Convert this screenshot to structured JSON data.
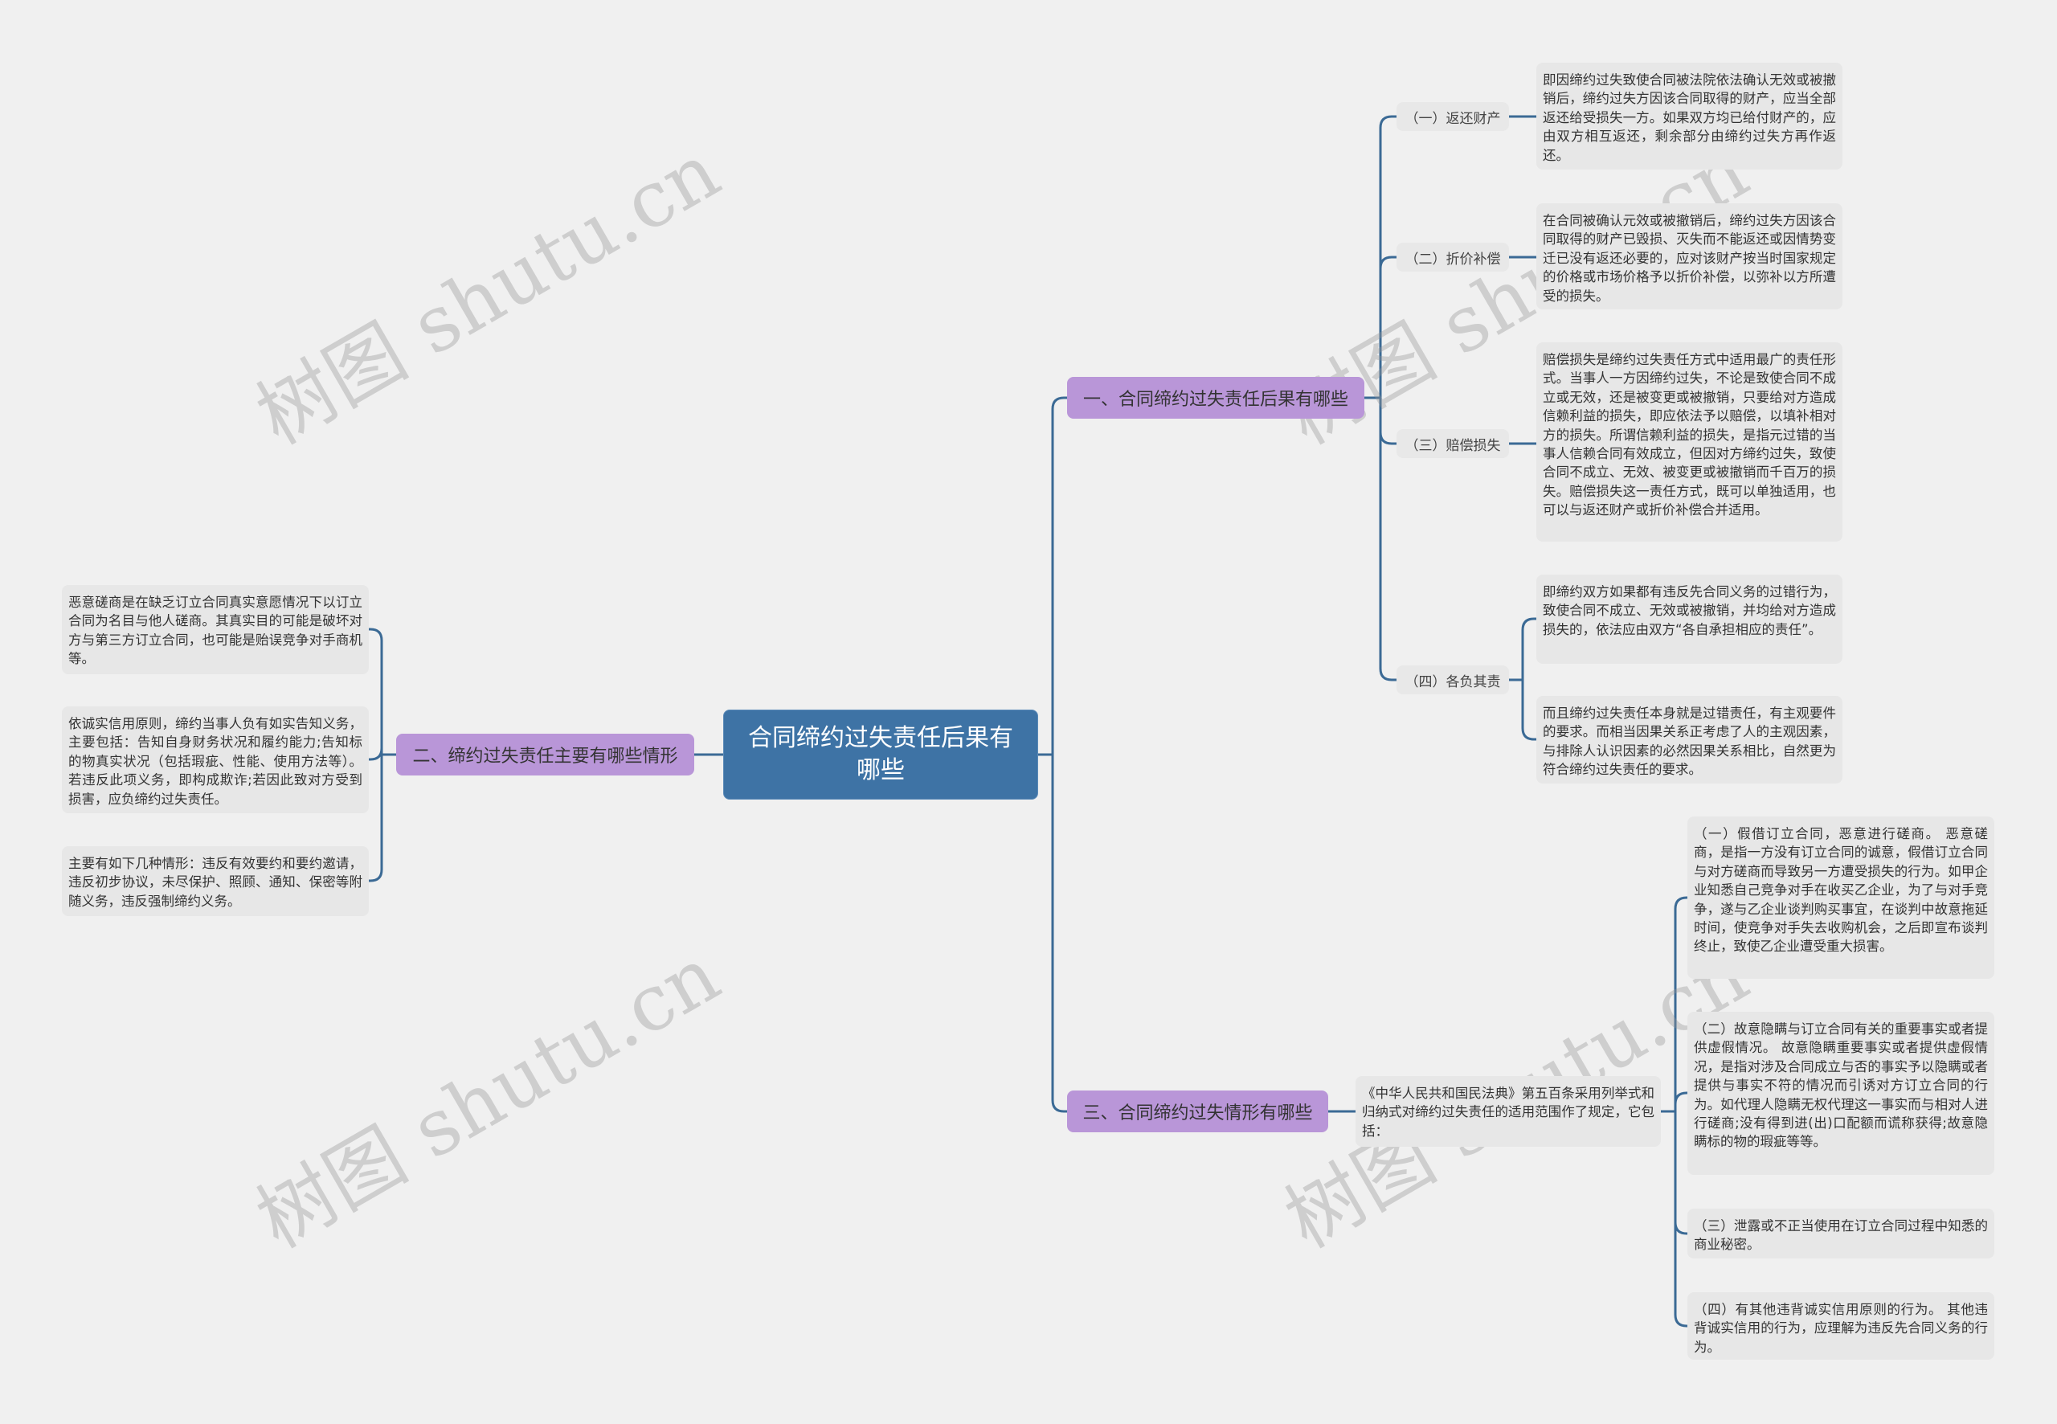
{
  "watermark": "树图 shutu.cn",
  "colors": {
    "center": "#3e73a5",
    "branch": "#b996d8",
    "line": "#3b6a95",
    "box": "#e7e7e7",
    "background": "#f0f0f0"
  },
  "center": {
    "title": "合同缔约过失责任后果有哪些"
  },
  "branch1": {
    "label": "一、合同缔约过失责任后果有哪些",
    "items": [
      {
        "label": "（一）返还财产",
        "texts": [
          "即因缔约过失致使合同被法院依法确认无效或被撤销后，缔约过失方因该合同取得的财产，应当全部返还给受损失一方。如果双方均已给付财产的，应由双方相互返还，剩余部分由缔约过失方再作返还。"
        ]
      },
      {
        "label": "（二）折价补偿",
        "texts": [
          "在合同被确认元效或被撤销后，缔约过失方因该合同取得的财产已毁损、灭失而不能返还或因情势变迁已没有返还必要的，应对该财产按当时国家规定的价格或市场价格予以折价补偿，以弥补以方所遭受的损失。"
        ]
      },
      {
        "label": "（三）赔偿损失",
        "texts": [
          "赔偿损失是缔约过失责任方式中适用最广的责任形式。当事人一方因缔约过失，不论是致使合同不成立或无效，还是被变更或被撤销，只要给对方造成信赖利益的损失，即应依法予以赔偿，以填补相对方的损失。所谓信赖利益的损失，是指元过错的当事人信赖合同有效成立，但因对方缔约过失，致使合同不成立、无效、被变更或被撤销而千百万的损失。赔偿损失这一责任方式，既可以单独适用，也可以与返还财产或折价补偿合并适用。"
        ]
      },
      {
        "label": "（四）各负其责",
        "texts": [
          "即缔约双方如果都有违反先合同义务的过错行为，致使合同不成立、无效或被撤销，并均给对方造成损失的，依法应由双方“各自承担相应的责任”。",
          "而且缔约过失责任本身就是过错责任，有主观要件的要求。而相当因果关系正考虑了人的主观因素，与排除人认识因素的必然因果关系相比，自然更为符合缔约过失责任的要求。"
        ]
      }
    ]
  },
  "branch2": {
    "label": "二、缔约过失责任主要有哪些情形",
    "texts": [
      "恶意磋商是在缺乏订立合同真实意愿情况下以订立合同为名目与他人磋商。其真实目的可能是破坏对方与第三方订立合同，也可能是贻误竞争对手商机等。",
      "依诚实信用原则，缔约当事人负有如实告知义务，主要包括：告知自身财务状况和履约能力;告知标的物真实状况（包括瑕疵、性能、使用方法等）。若违反此项义务，即构成欺诈;若因此致对方受到损害，应负缔约过失责任。",
      "主要有如下几种情形：违反有效要约和要约邀请，违反初步协议，未尽保护、照顾、通知、保密等附随义务，违反强制缔约义务。"
    ]
  },
  "branch3": {
    "label": "三、合同缔约过失情形有哪些",
    "intro": "《中华人民共和国民法典》第五百条采用列举式和归纳式对缔约过失责任的适用范围作了规定，它包括：",
    "texts": [
      "（一）假借订立合同，恶意进行磋商。 恶意磋商，是指一方没有订立合同的诚意，假借订立合同与对方磋商而导致另一方遭受损失的行为。如甲企业知悉自己竞争对手在收买乙企业，为了与对手竞争，遂与乙企业谈判购买事宜，在谈判中故意拖延时间，使竞争对手失去收购机会，之后即宣布谈判终止，致使乙企业遭受重大损害。",
      "（二）故意隐瞒与订立合同有关的重要事实或者提供虚假情况。 故意隐瞒重要事实或者提供虚假情况，是指对涉及合同成立与否的事实予以隐瞒或者提供与事实不符的情况而引诱对方订立合同的行为。如代理人隐瞒无权代理这一事实而与相对人进行磋商;没有得到进(出)口配额而谎称获得;故意隐瞒标的物的瑕疵等等。",
      "（三）泄露或不正当使用在订立合同过程中知悉的商业秘密。",
      "（四）有其他违背诚实信用原则的行为。 其他违背诚实信用的行为，应理解为违反先合同义务的行为。"
    ]
  }
}
